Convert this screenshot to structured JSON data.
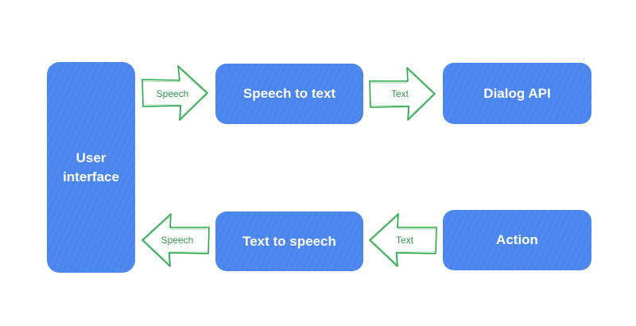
{
  "nodes": {
    "user_interface": "User\ninterface",
    "speech_to_text": "Speech to text",
    "dialog_api": "Dialog API",
    "text_to_speech": "Text to speech",
    "action": "Action"
  },
  "arrows": {
    "ui_to_stt": "Speech",
    "stt_to_dialog": "Text",
    "action_to_tts": "Text",
    "tts_to_ui": "Speech"
  },
  "colors": {
    "box_fill": "#4a86ee",
    "box_text": "#ffffff",
    "arrow_stroke": "#2fa84f",
    "arrow_text": "#2f9a4a"
  }
}
